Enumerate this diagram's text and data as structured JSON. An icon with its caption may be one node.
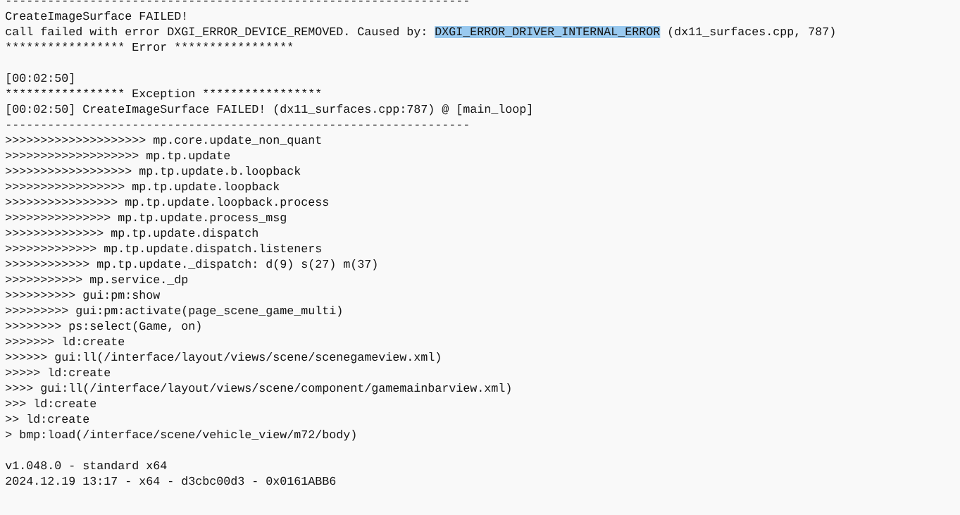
{
  "diagram": {
    "labels": [
      "------------------------------------------------------------------",
      "CreateImageSurface FAILED!",
      "call failed with error DXGI_ERROR_DEVICE_REMOVED. Caused by:",
      "DXGI_ERROR_DRIVER_INTERNAL_ERROR",
      "(dx11_surfaces.cpp, 787)",
      "*",
      "*",
      "*",
      "*",
      "*",
      "*",
      "*",
      "*",
      "*",
      "*",
      "*",
      "*",
      "*",
      "*",
      "*",
      "*",
      "*",
      "Error",
      "*",
      "*",
      "*",
      "*",
      "*",
      "*",
      "*",
      "*",
      "*",
      "*",
      "*",
      "*",
      "*",
      "*",
      "*",
      "*",
      "*",
      "[00:02:50]",
      "*",
      "*",
      "*",
      "*",
      "*",
      "*",
      "*",
      "*",
      "*",
      "*",
      "*",
      "*",
      "*",
      "*",
      "*",
      "*",
      "*",
      "Exception",
      "*",
      "*",
      "*",
      "*",
      "*",
      "*",
      "*",
      "*",
      "*",
      "*",
      "*",
      "*",
      "*",
      "*",
      "*",
      "*",
      "*",
      "[00:02:50] CreateImageSurface FAILED! (dx11_surfaces.cpp:787) @ [main_loop]",
      "------------------------------------------------------------------",
      ">>>>>>>>>>>>>>>>>>>> mp.core.update_non_quant",
      ">>>>>>>>>>>>>>>>>>> mp.tp.update",
      ">>>>>>>>>>>>>>>>>> mp.tp.update.b.loopback",
      ">>>>>>>>>>>>>>>>> mp.tp.update.loopback",
      ">>>>>>>>>>>>>>>> mp.tp.update.loopback.process",
      ">>>>>>>>>>>>>>> mp.tp.update.process_msg",
      ">>>>>>>>>>>>>> mp.tp.update.dispatch",
      ">>>>>>>>>>>>> mp.tp.update.dispatch.listeners",
      ">>>>>>>>>>>> mp.tp.update._dispatch: d(9) s(27) m(37)",
      ">>>>>>>>>>> mp.service._dp",
      ">>>>>>>>>> gui:pm:show",
      ">>>>>>>>> gui:pm:activate(page_scene_game_multi)",
      ">>>>>>>> ps:select(Game, on)",
      ">>>>>>> ld:create",
      ">>>>>> gui:ll(/interface/layout/views/scene/scenegameview.xml)",
      ">>>>> ld:create",
      ">>>> gui:ll(/interface/layout/views/scene/component/gamemainbarview.xml)",
      ">>> ld:create",
      ">> ld:create",
      "> bmp:load(/interface/scene/vehicle_view/m72/body)",
      "v1.048.0 - standard x64",
      "2024.12.19 13:17 - x64 - d3cbc00d3 - 0x0161ABB6"
    ]
  }
}
